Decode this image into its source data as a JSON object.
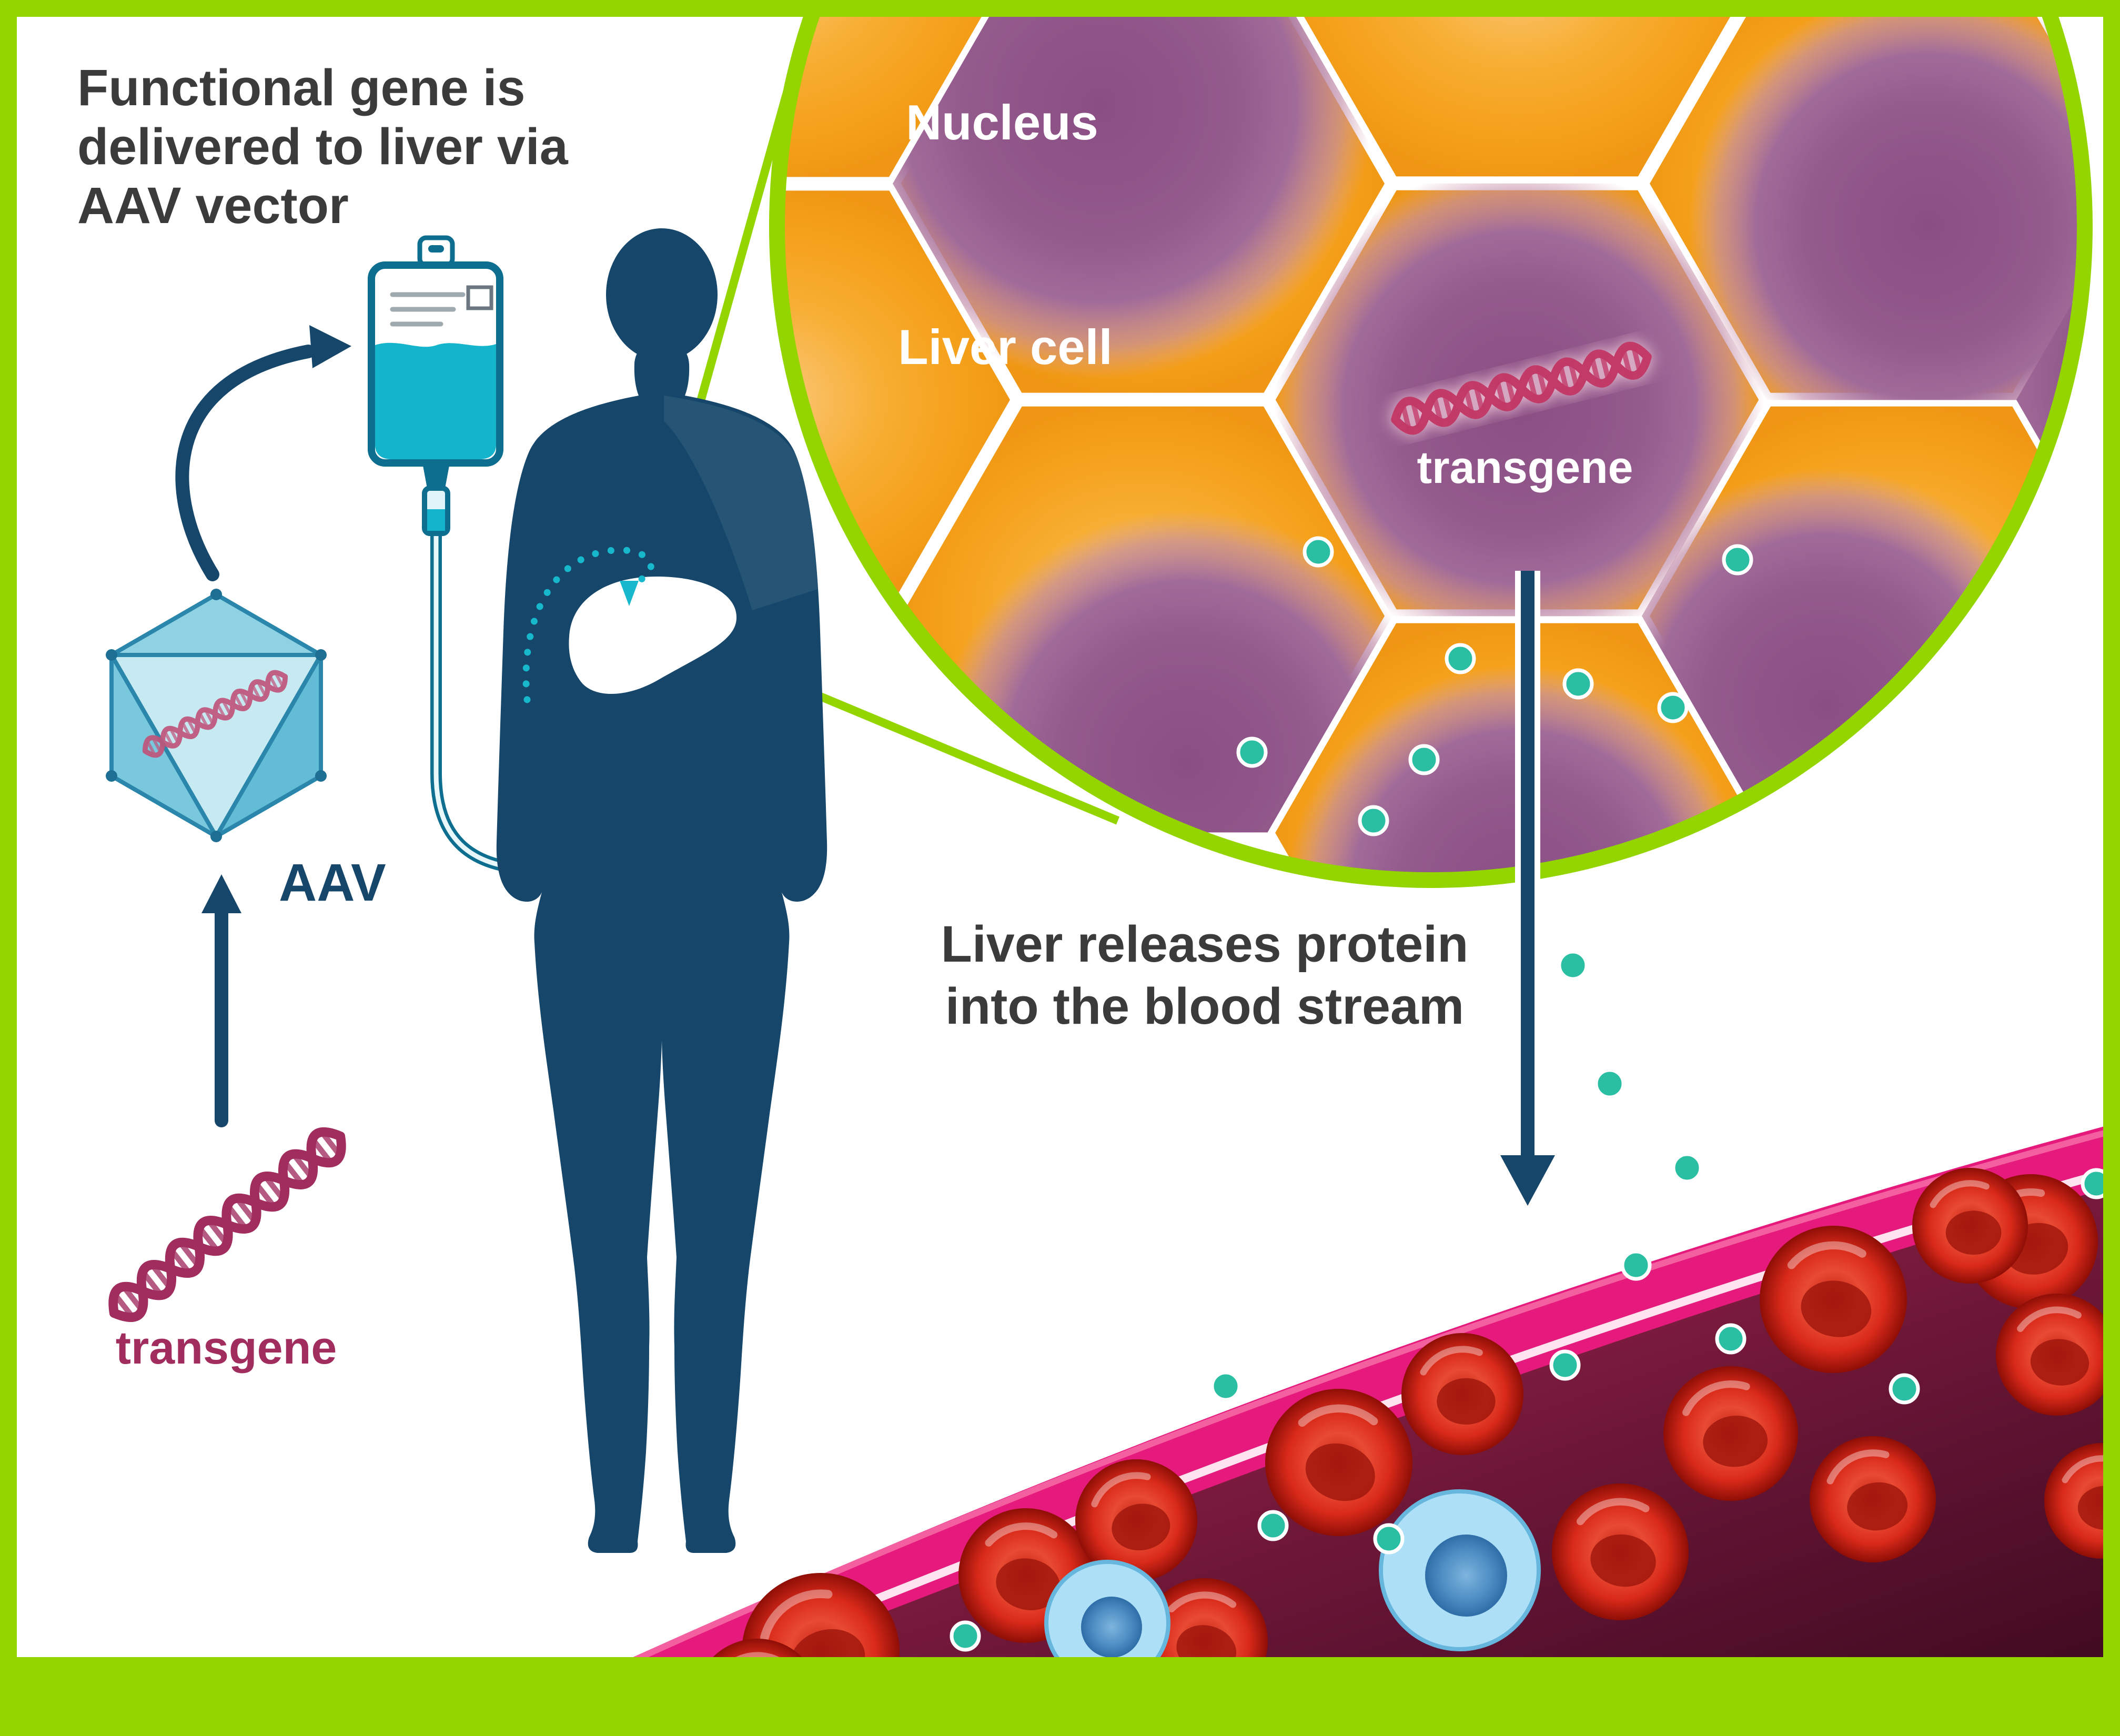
{
  "title": {
    "line1": "Functional gene is",
    "line2": "delivered to liver via",
    "line3": "AAV vector"
  },
  "left_panel": {
    "aav_label": "AAV",
    "transgene_label": "transgene"
  },
  "magnified_view": {
    "nucleus_label": "Nucleus",
    "liver_cell_label": "Liver cell",
    "transgene_label": "transgene"
  },
  "caption": {
    "line1": "Liver releases protein",
    "line2": "into the blood stream"
  },
  "colors": {
    "accent_green": "#94d500",
    "navy": "#16476b",
    "teal_fluid": "#14b4cc",
    "protein_teal": "#2abfa3",
    "vessel_magenta": "#e61a7c",
    "cell_orange": "#f6a81f",
    "nucleus_purple": "#96608f",
    "transgene_pink": "#a02d5d",
    "blood_red": "#d6291b"
  }
}
